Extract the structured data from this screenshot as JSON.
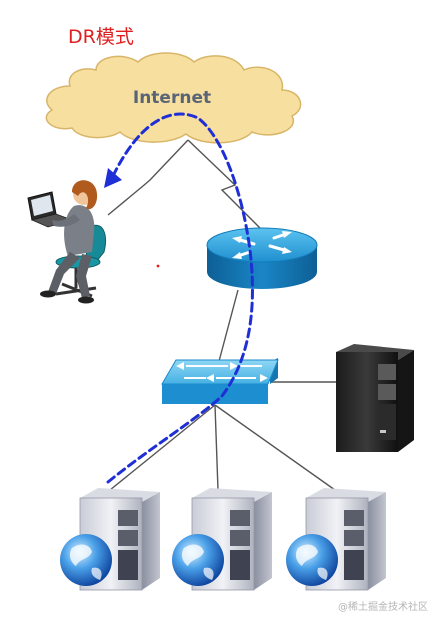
{
  "title": "DR模式",
  "cloud": {
    "label": "Internet",
    "fill": "#f7dfa0",
    "stroke": "#d8b568"
  },
  "icons": {
    "user": "person-laptop-icon",
    "router": "router-icon",
    "switch": "network-switch-icon",
    "director": "black-server-icon",
    "real_servers": [
      "web-server-icon",
      "web-server-icon",
      "web-server-icon"
    ]
  },
  "colors": {
    "title": "#e02020",
    "flow": "#1f2fd6",
    "router": "#1a87c8",
    "switch": "#37a9e0",
    "link": "#555555"
  },
  "watermark": "@稀土掘金技术社区"
}
